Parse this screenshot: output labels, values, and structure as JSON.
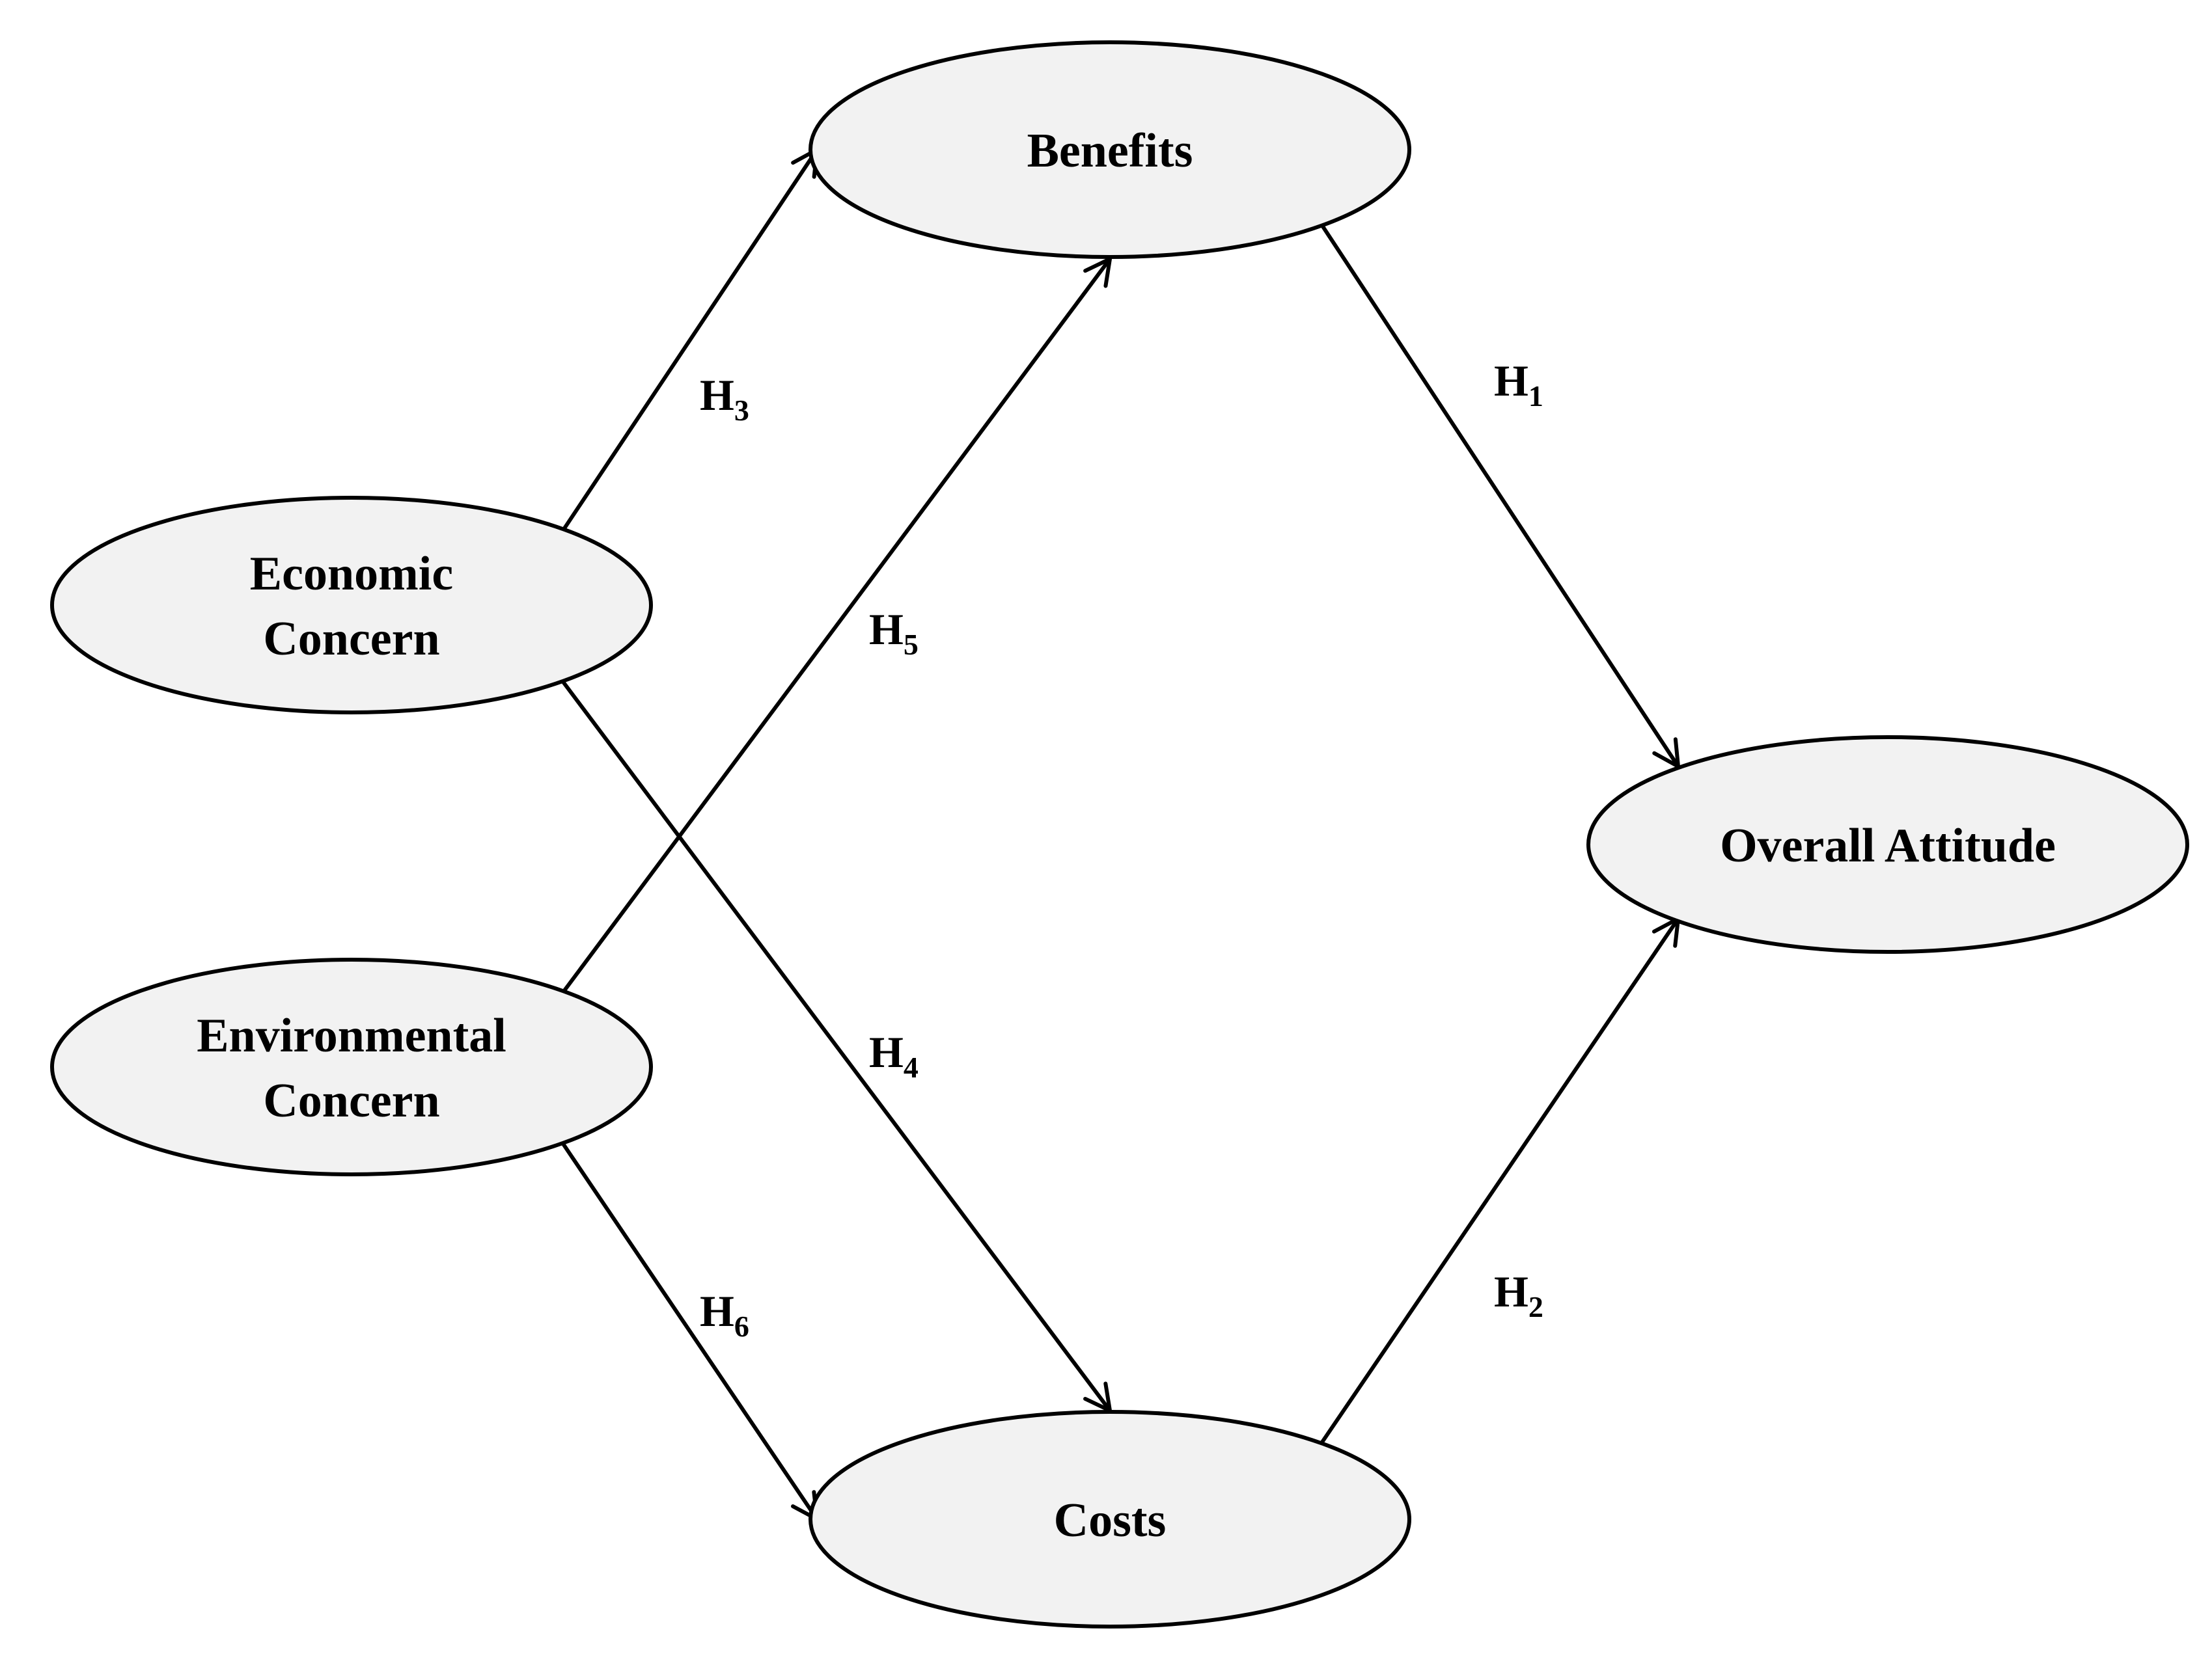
{
  "nodes": {
    "benefits": {
      "lines": [
        "Benefits"
      ]
    },
    "economic": {
      "lines": [
        "Economic",
        "Concern"
      ]
    },
    "environmental": {
      "lines": [
        "Environmental",
        "Concern"
      ]
    },
    "overall": {
      "lines": [
        "Overall Attitude"
      ]
    },
    "costs": {
      "lines": [
        "Costs"
      ]
    }
  },
  "edges": [
    {
      "from": "benefits",
      "to": "overall",
      "label": "H",
      "sub": "1"
    },
    {
      "from": "costs",
      "to": "overall",
      "label": "H",
      "sub": "2"
    },
    {
      "from": "economic",
      "to": "benefits",
      "label": "H",
      "sub": "3"
    },
    {
      "from": "economic",
      "to": "costs",
      "label": "H",
      "sub": "4"
    },
    {
      "from": "environmental",
      "to": "benefits",
      "label": "H",
      "sub": "5"
    },
    {
      "from": "environmental",
      "to": "costs",
      "label": "H",
      "sub": "6"
    }
  ]
}
